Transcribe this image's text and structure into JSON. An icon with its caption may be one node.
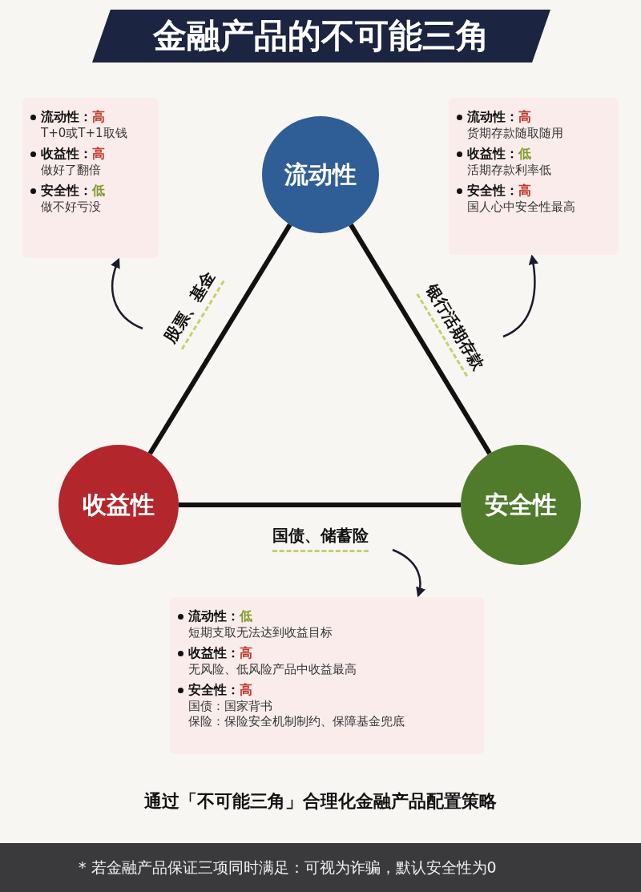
{
  "diagram": {
    "title": "金融产品的不可能三角",
    "caption": "通过「不可能三角」合理化金融产品配置策略",
    "nodes": [
      {
        "text": [
          "流动性"
        ]
      },
      {
        "text": [
          "收益性"
        ]
      },
      {
        "text": [
          "安全性"
        ]
      },
      {
        "text": [
          "流动性：",
          "高",
          "T+0或T+1取钱",
          "收益性：",
          "高",
          "做好了翻倍",
          "安全性：",
          "低",
          "做不好亏没"
        ]
      },
      {
        "text": [
          "流动性：",
          "高",
          "货期存款随取随用",
          "收益性：",
          "低",
          "活期存款利率低",
          "安全性：",
          "高",
          "国人心中安全性最高"
        ]
      },
      {
        "text": [
          "流动性：",
          "低",
          "短期支取无法达到收益目标",
          "收益性：",
          "高",
          "无风险、低风险产品中收益最高",
          "安全性：",
          "高",
          "国债：国家背书",
          "保险：保险安全机制制约、保障基金兜底"
        ]
      }
    ],
    "edges": [
      {
        "from": 0,
        "to": 1,
        "arrow": "none",
        "label": "股票、基金",
        "style": "thick"
      },
      {
        "from": 0,
        "to": 2,
        "arrow": "none",
        "label": "银行活期存款",
        "style": "thick"
      },
      {
        "from": 1,
        "to": 2,
        "arrow": "none",
        "label": "国债、储蓄险",
        "style": "thick"
      },
      {
        "from": null,
        "to": 3,
        "arrow": "to"
      },
      {
        "from": null,
        "to": 4,
        "arrow": "to"
      },
      {
        "from": null,
        "to": 5,
        "arrow": "to"
      }
    ],
    "labels": [
      "* 若金融产品保证三项同时满足：可视为诈骗，默认安全性为0"
    ]
  }
}
